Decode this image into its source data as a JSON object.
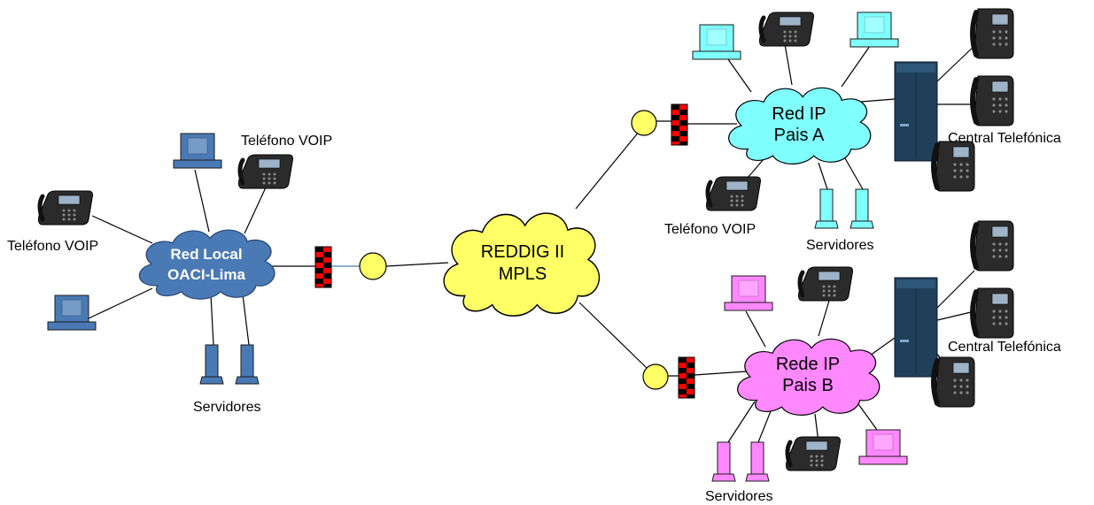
{
  "labels": {
    "lima_phone_top": "Teléfono VOIP",
    "lima_phone_left": "Teléfono VOIP",
    "lima_servers": "Servidores",
    "a_phone": "Teléfono VOIP",
    "a_servers": "Servidores",
    "a_pbx": "Central Telefónica",
    "b_servers": "Servidores",
    "b_pbx": "Central Telefónica"
  },
  "clouds": {
    "lima": {
      "line1": "Red Local",
      "line2": "OACI-Lima"
    },
    "reddig": {
      "line1": "REDDIG II",
      "line2": "MPLS"
    },
    "a": {
      "line1": "Red IP",
      "line2": "Pais A"
    },
    "b": {
      "line1": "Rede IP",
      "line2": "Pais B"
    }
  },
  "colors": {
    "lima": "#4a7ab5",
    "reddig": "#ffff66",
    "a": "#80ffff",
    "b": "#ff88ff",
    "node": "#ffff66",
    "firewall_red": "#ff0000",
    "firewall_black": "#000000"
  }
}
